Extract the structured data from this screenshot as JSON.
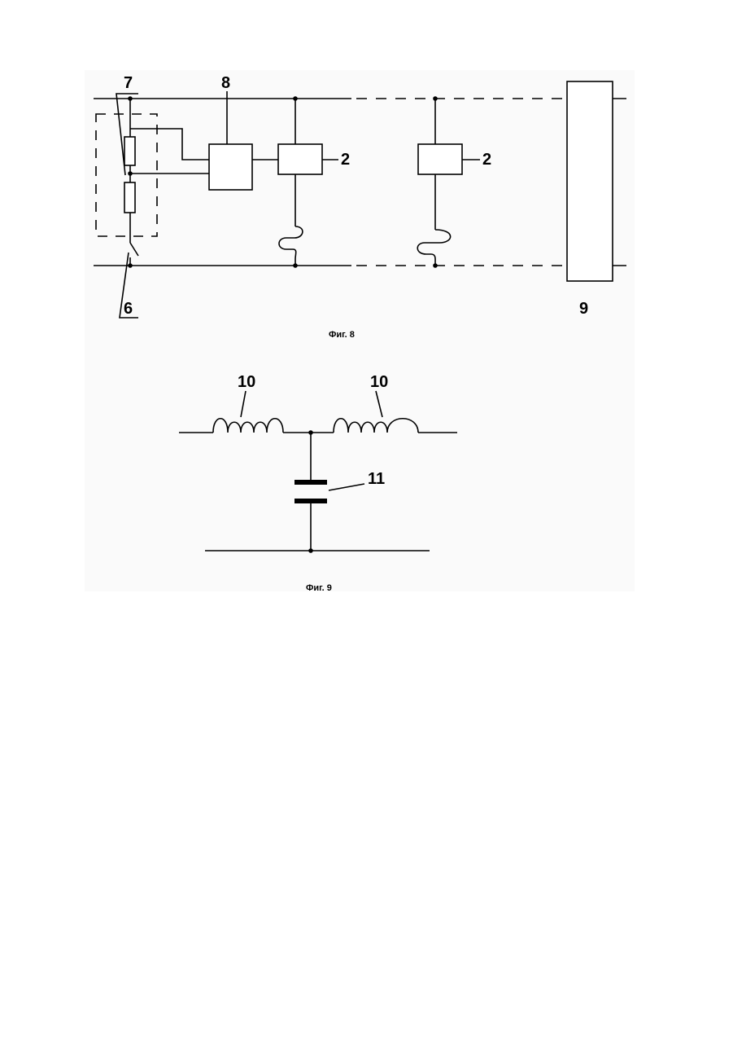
{
  "fig8": {
    "caption": "Фиг. 8",
    "labels": {
      "l7": "7",
      "l8": "8",
      "l2a": "2",
      "l2b": "2",
      "l6": "6",
      "l9": "9"
    }
  },
  "fig9": {
    "caption": "Фиг. 9",
    "labels": {
      "l10a": "10",
      "l10b": "10",
      "l11": "11"
    }
  }
}
